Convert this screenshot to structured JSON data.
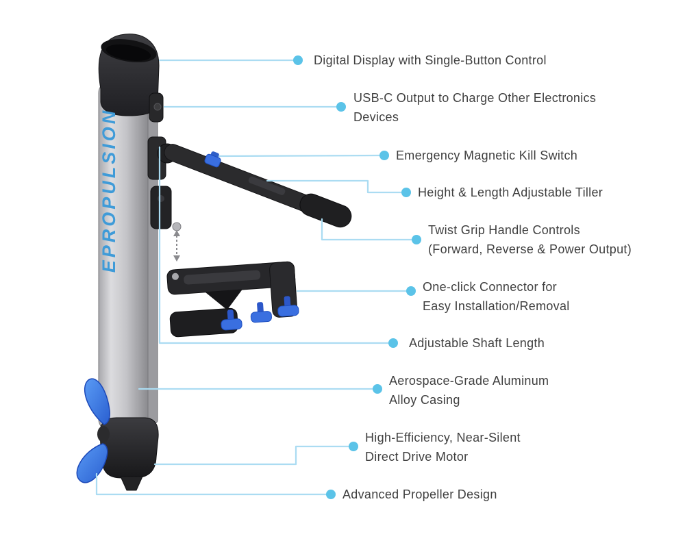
{
  "colors": {
    "leader_line": "#abdcf2",
    "dot": "#5bc3e8",
    "label_text": "#3f3f3f",
    "brand_blue": "#3f9bd8",
    "knob_blue": "#3a6fe0"
  },
  "illustration": {
    "subject": "electric-outboard-motor",
    "brand_text": "EPROPULSION"
  },
  "callouts": [
    {
      "id": "digital-display",
      "lines": [
        "Digital Display with Single-Button Control"
      ]
    },
    {
      "id": "usb-c-output",
      "lines": [
        "USB-C Output to Charge Other Electronics",
        "Devices"
      ]
    },
    {
      "id": "kill-switch",
      "lines": [
        "Emergency Magnetic Kill Switch"
      ]
    },
    {
      "id": "adjustable-tiller",
      "lines": [
        "Height & Length Adjustable Tiller"
      ]
    },
    {
      "id": "twist-grip",
      "lines": [
        "Twist Grip Handle Controls",
        "(Forward, Reverse & Power Output)"
      ]
    },
    {
      "id": "one-click-connector",
      "lines": [
        "One-click Connector for",
        "Easy Installation/Removal"
      ]
    },
    {
      "id": "shaft-length",
      "lines": [
        "Adjustable Shaft Length"
      ]
    },
    {
      "id": "aluminum-casing",
      "lines": [
        "Aerospace-Grade Aluminum",
        "Alloy Casing"
      ]
    },
    {
      "id": "drive-motor",
      "lines": [
        "High-Efficiency, Near-Silent",
        "Direct Drive Motor"
      ]
    },
    {
      "id": "propeller",
      "lines": [
        "Advanced Propeller Design"
      ]
    }
  ]
}
